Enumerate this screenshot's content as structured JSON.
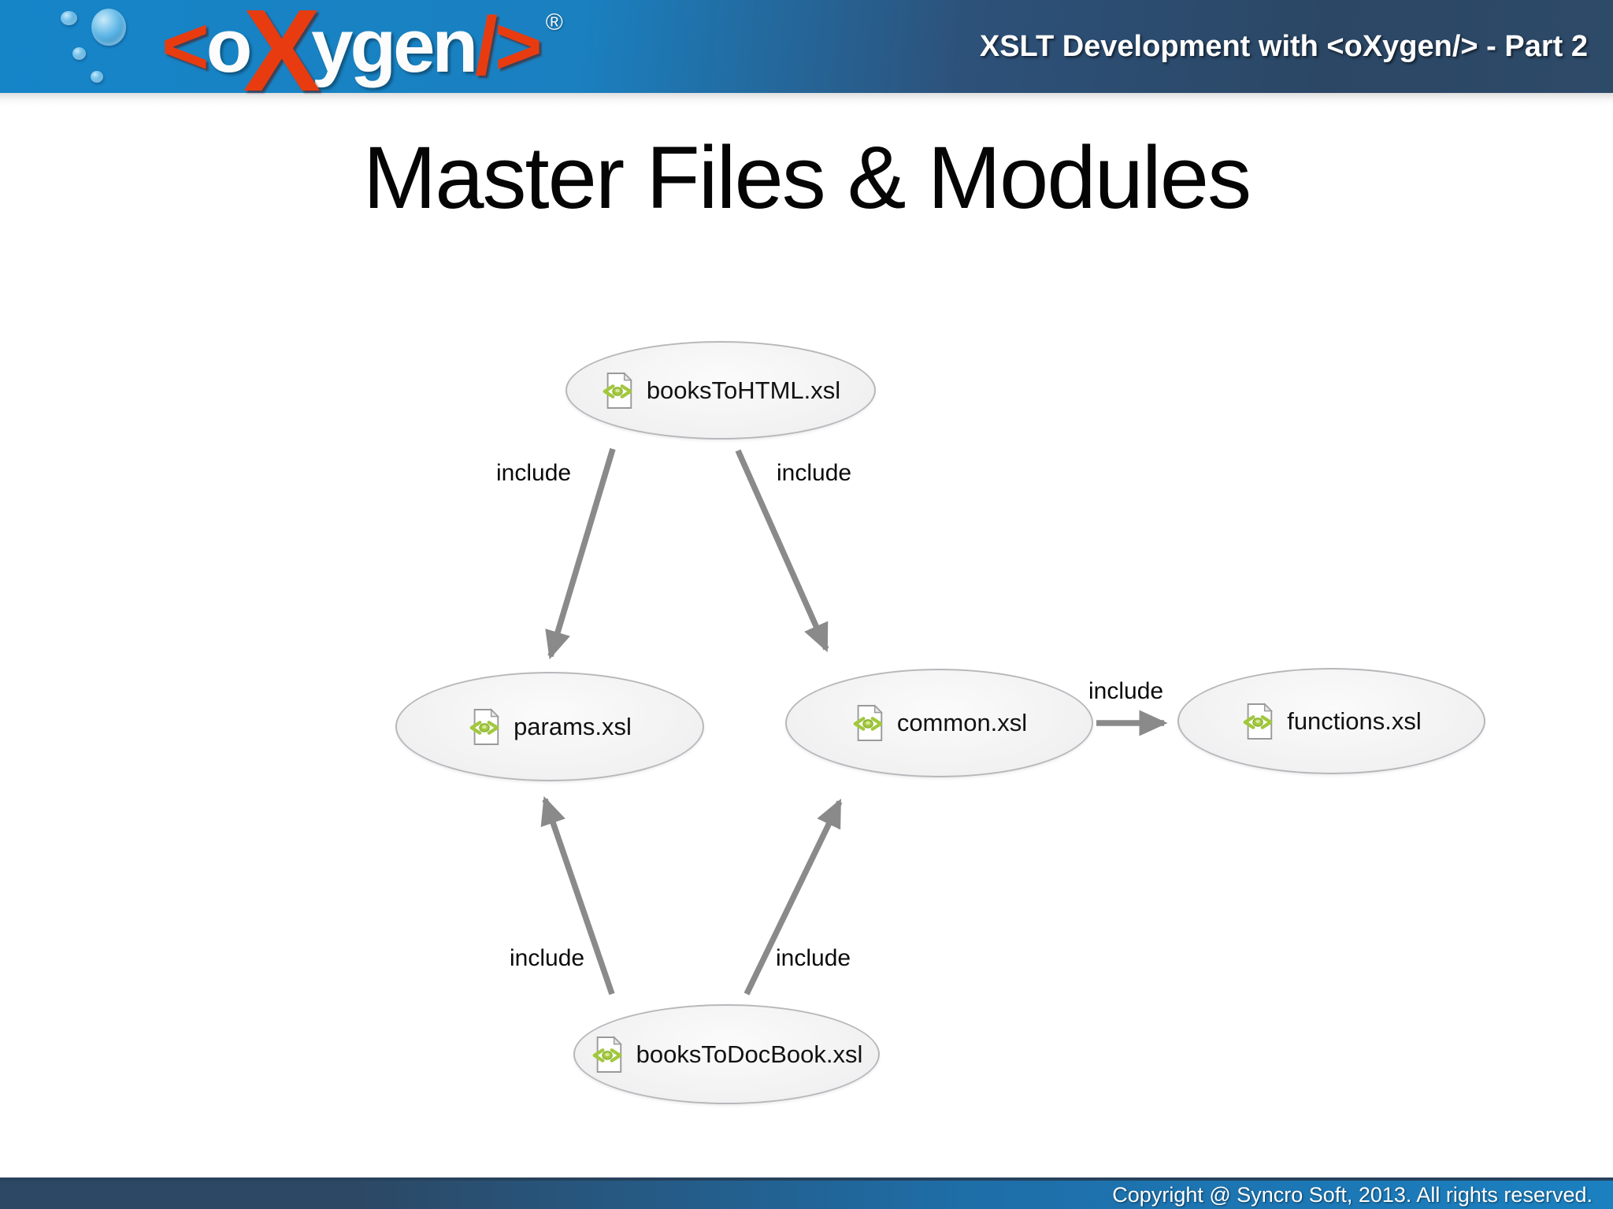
{
  "header": {
    "logo": {
      "bracket_open": "<",
      "letter_o": "o",
      "letter_x": "X",
      "letters_ygen": "ygen",
      "close_tag": "/>",
      "registered_mark": "®"
    },
    "title": "XSLT Development with <oXygen/> - Part 2"
  },
  "slide": {
    "title": "Master Files & Modules"
  },
  "diagram": {
    "nodes": [
      {
        "id": "booksToHTML",
        "label": "booksToHTML.xsl",
        "icon": "xsl-file-icon"
      },
      {
        "id": "params",
        "label": "params.xsl",
        "icon": "xsl-file-icon"
      },
      {
        "id": "common",
        "label": "common.xsl",
        "icon": "xsl-file-icon"
      },
      {
        "id": "functions",
        "label": "functions.xsl",
        "icon": "xsl-file-icon"
      },
      {
        "id": "booksToDocBook",
        "label": "booksToDocBook.xsl",
        "icon": "xsl-file-icon"
      }
    ],
    "edges": [
      {
        "from": "booksToHTML",
        "to": "params",
        "label": "include"
      },
      {
        "from": "booksToHTML",
        "to": "common",
        "label": "include"
      },
      {
        "from": "common",
        "to": "functions",
        "label": "include"
      },
      {
        "from": "booksToDocBook",
        "to": "params",
        "label": "include"
      },
      {
        "from": "booksToDocBook",
        "to": "common",
        "label": "include"
      }
    ]
  },
  "footer": {
    "copyright": "Copyright @ Syncro Soft, 2013. All rights reserved."
  },
  "icons": {
    "node_file": "xsl-file-icon",
    "header_decoration": "bubble-icon"
  },
  "colors": {
    "header_blue_left": "#1585c8",
    "header_blue_right": "#2b4765",
    "logo_red": "#e83c10",
    "logo_white": "#fcfcfc",
    "title_black": "#050505",
    "node_fill": "#f1f1f2",
    "node_border": "#b8b8bc",
    "arrow_gray": "#8a8a8a",
    "footer_blue_left": "#2c4864",
    "footer_blue_right": "#1b80c0",
    "xsl_icon_green": "#a2c83c"
  }
}
